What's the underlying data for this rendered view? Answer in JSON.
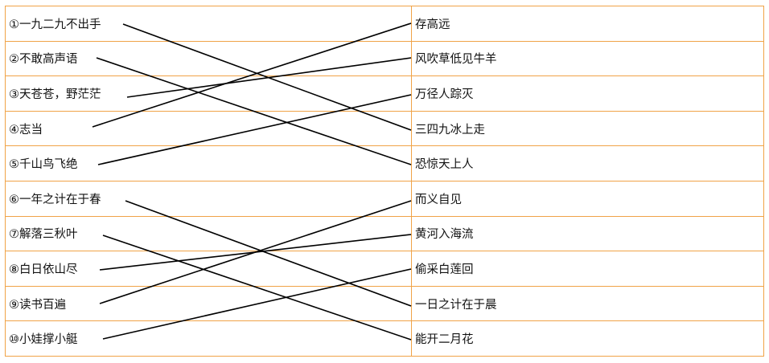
{
  "left_items": [
    "①一九二九不出手",
    "②不敢高声语",
    "③天苍苍，野茫茫",
    "④志当",
    "⑤千山鸟飞绝",
    "⑥一年之计在于春",
    "⑦解落三秋叶",
    "⑧白日依山尽",
    "⑨读书百遍",
    "⑩小娃撑小艇"
  ],
  "right_items": [
    "存高远",
    "风吹草低见牛羊",
    "万径人踪灭",
    "三四九冰上走",
    "恐惊天上人",
    "而义自见",
    "黄河入海流",
    "偷采白莲回",
    "一日之计在于晨",
    "能开二月花"
  ],
  "colors": {
    "border": "#f0a347",
    "line": "#000000"
  }
}
